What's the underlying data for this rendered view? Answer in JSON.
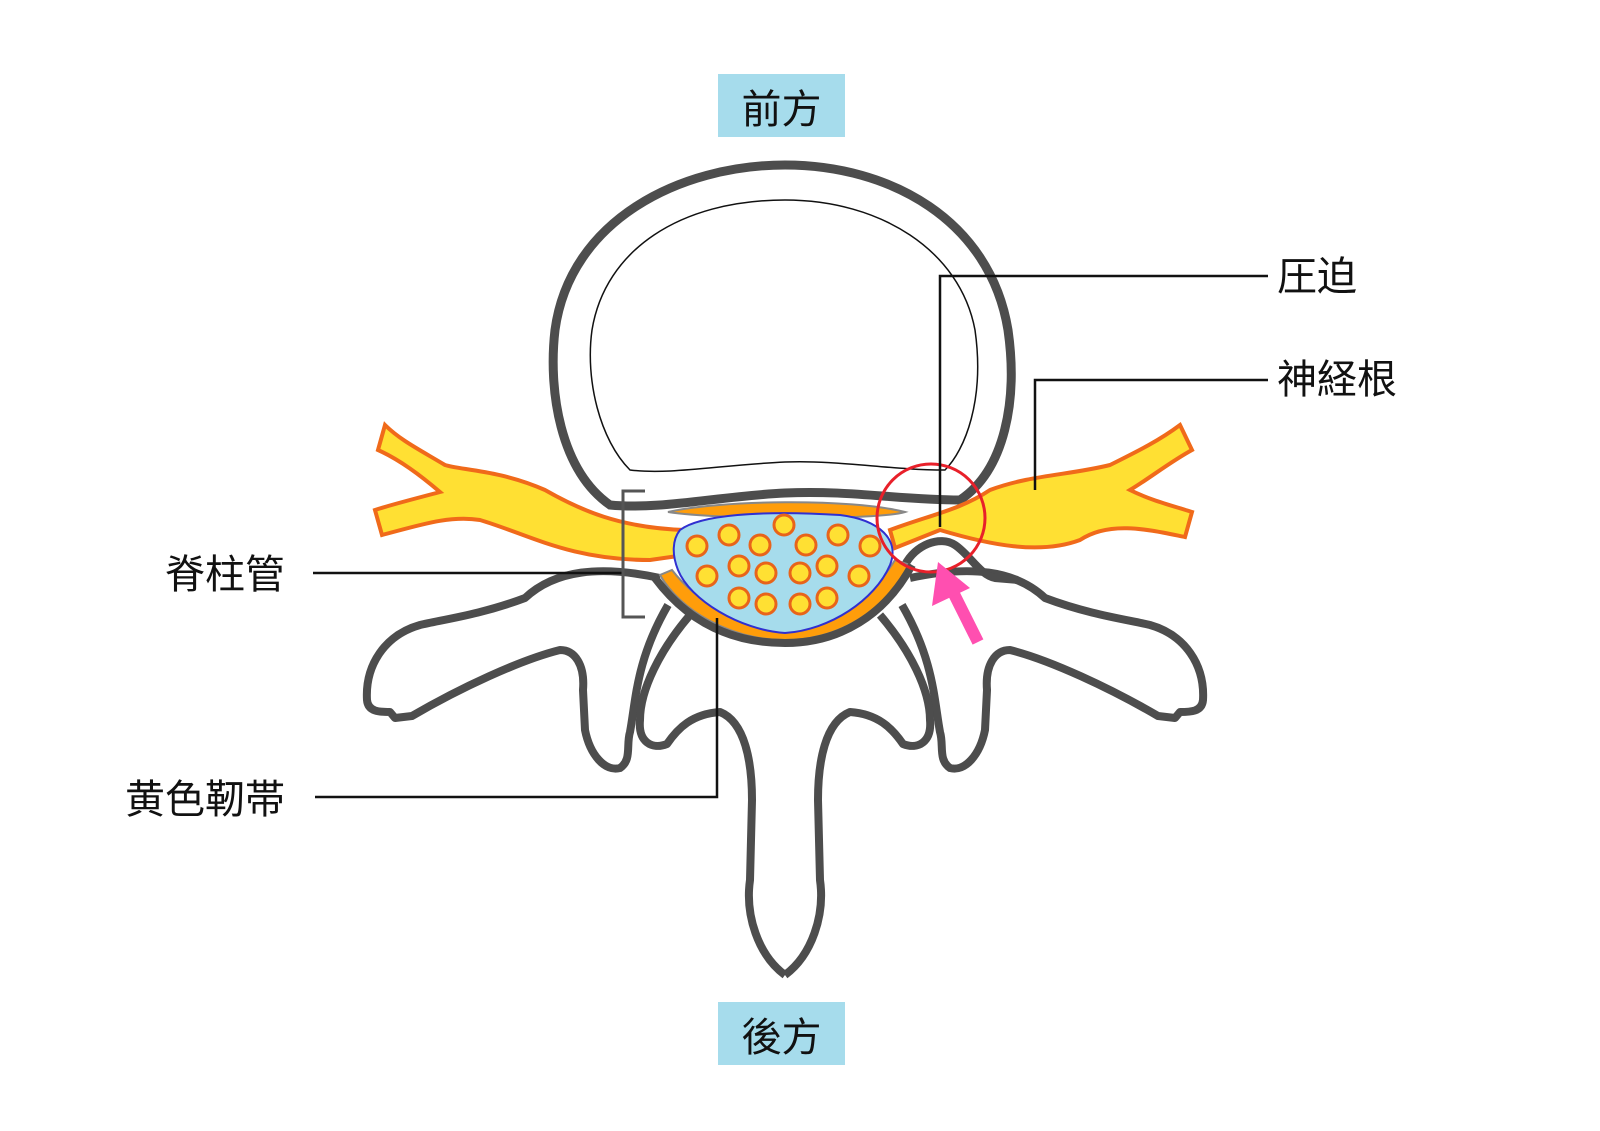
{
  "orientation": {
    "anterior": "前方",
    "posterior": "後方"
  },
  "labels": {
    "compression": "圧迫",
    "nerve_root": "神経根",
    "spinal_canal": "脊柱管",
    "ligamentum_flavum": "黄色靭帯"
  },
  "colors": {
    "bone_outline": "#4d4d4d",
    "nerve_fill": "#ffe033",
    "nerve_outline": "#f06a1a",
    "canal_fill": "#a6dcec",
    "ligament": "#ff9d0a",
    "highlight_circle": "#e8202a",
    "arrow": "#ff4fb0"
  }
}
